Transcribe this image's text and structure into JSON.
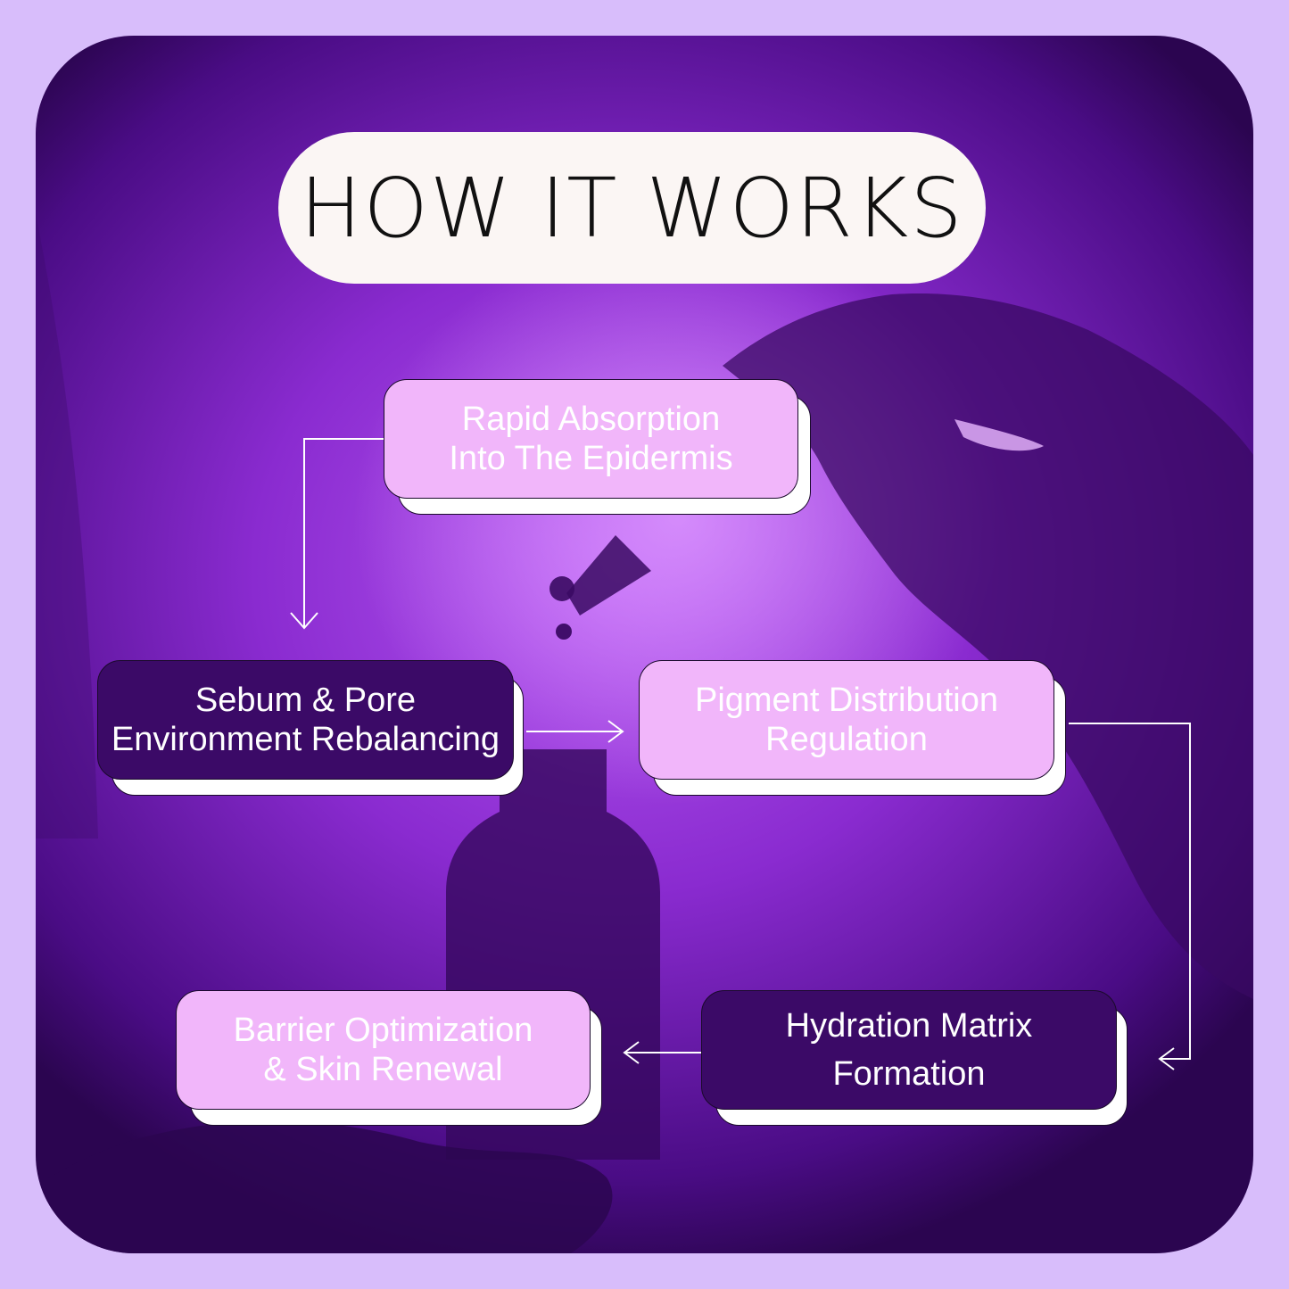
{
  "title": "HOW IT WORKS",
  "steps": {
    "s1": {
      "line1": "Rapid Absorption",
      "line2": "Into The Epidermis",
      "style": "light"
    },
    "s2": {
      "line1": "Sebum & Pore",
      "line2": "Environment Rebalancing",
      "style": "dark"
    },
    "s3": {
      "line1": "Pigment Distribution",
      "line2": "Regulation",
      "style": "light"
    },
    "s4": {
      "line1": "Hydration Matrix",
      "line2": "Formation",
      "style": "dark"
    },
    "s5": {
      "line1": "Barrier Optimization",
      "line2": "& Skin Renewal",
      "style": "light"
    }
  },
  "colors": {
    "page_background": "#d8bdfb",
    "light_card": "#f1b6fa",
    "dark_card": "#3b0a67",
    "title_pill": "#fbf6f4",
    "arrow": "#ffffff"
  }
}
